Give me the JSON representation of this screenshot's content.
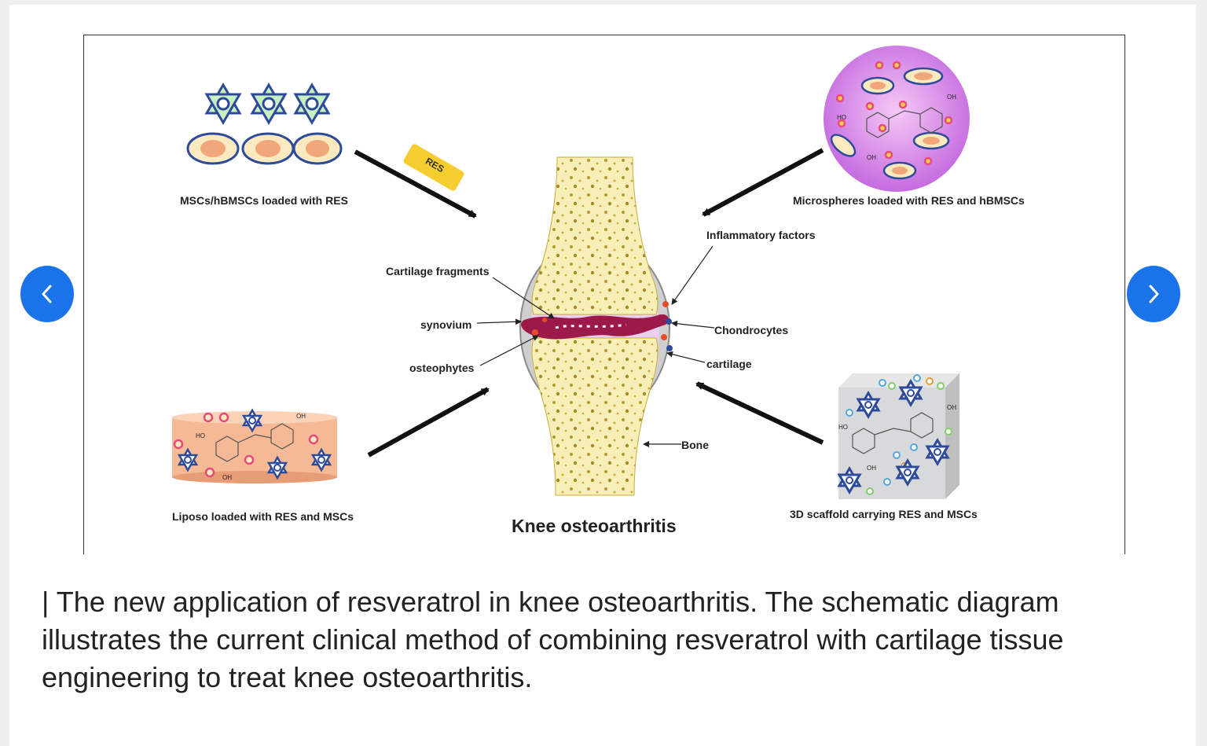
{
  "navigation": {
    "prev_icon": "chevron-left-icon",
    "next_icon": "chevron-right-icon",
    "accent": "#1a73e8"
  },
  "figure": {
    "labels": {
      "mscs": "MSCs/hBMSCs loaded with RES",
      "res_tag": "RES",
      "microspheres": "Microspheres loaded with RES and hBMSCs",
      "inflammatory": "Inflammatory factors",
      "cartilage_fragments": "Cartilage fragments",
      "synovium": "synovium",
      "osteophytes": "osteophytes",
      "chondrocytes": "Chondrocytes",
      "cartilage": "cartilage",
      "bone": "Bone",
      "liposo": "Liposo loaded with RES and MSCs",
      "scaffold": "3D scaffold carrying RES and MSCs",
      "title": "Knee osteoarthritis"
    },
    "molecule_labels": {
      "oh": "OH",
      "ho": "HO"
    }
  },
  "caption": "| The new application of resveratrol in knee osteoarthritis. The schematic diagram illustrates the current clinical method of combining resveratrol with cartilage tissue engineering to treat knee osteoarthritis."
}
